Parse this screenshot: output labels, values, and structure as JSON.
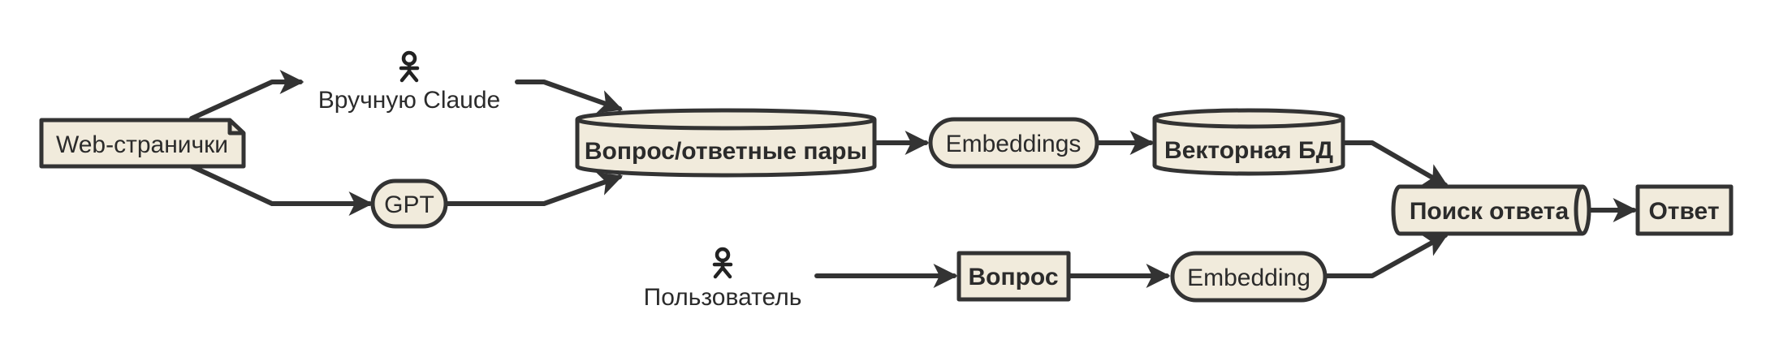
{
  "colors": {
    "node_fill": "#f1ebdc",
    "stroke": "#333333",
    "text": "#2b2b2b"
  },
  "nodes": {
    "web_pages": "Web-странички",
    "manual_claude": "Вручную Claude",
    "gpt": "GPT",
    "qa_pairs": "Вопрос/ответные пары",
    "embeddings": "Embeddings",
    "vector_db": "Векторная БД",
    "user": "Пользователь",
    "question": "Вопрос",
    "embedding": "Embedding",
    "answer_search": "Поиск ответа",
    "answer": "Ответ"
  },
  "shapes": {
    "web_pages": "document",
    "manual_claude": "actor",
    "gpt": "rounded-rect",
    "qa_pairs": "database",
    "embeddings": "rounded-rect",
    "vector_db": "database",
    "user": "actor",
    "question": "rectangle",
    "embedding": "rounded-rect",
    "answer_search": "queue",
    "answer": "rectangle"
  },
  "edges": [
    {
      "from": "web_pages",
      "to": "manual_claude"
    },
    {
      "from": "web_pages",
      "to": "gpt"
    },
    {
      "from": "manual_claude",
      "to": "qa_pairs"
    },
    {
      "from": "gpt",
      "to": "qa_pairs"
    },
    {
      "from": "qa_pairs",
      "to": "embeddings"
    },
    {
      "from": "embeddings",
      "to": "vector_db"
    },
    {
      "from": "vector_db",
      "to": "answer_search"
    },
    {
      "from": "user",
      "to": "question"
    },
    {
      "from": "question",
      "to": "embedding"
    },
    {
      "from": "embedding",
      "to": "answer_search"
    },
    {
      "from": "answer_search",
      "to": "answer"
    }
  ]
}
